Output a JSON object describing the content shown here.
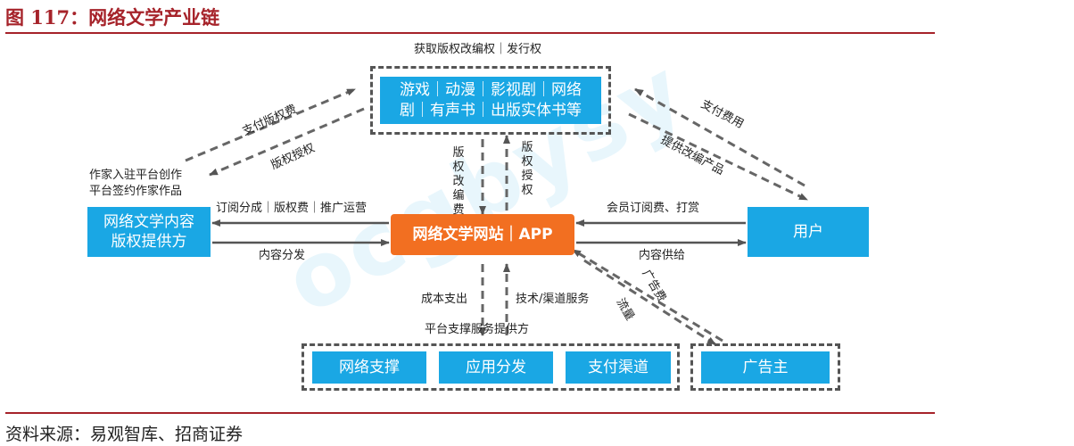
{
  "figure": {
    "title": "图 117：网络文学产业链",
    "source": "资料来源：易观智库、招商证券"
  },
  "nodes": {
    "derivatives_heading": "获取版权改编权｜发行权",
    "derivatives_line1": "游戏｜动漫｜影视剧｜网络",
    "derivatives_line2": "剧｜有声书｜出版实体书等",
    "content_provider_line1": "网络文学内容",
    "content_provider_line2": "版权提供方",
    "hub": "网络文学网站｜APP",
    "user": "用户",
    "support_heading": "平台支撑服务提供方",
    "support_network": "网络支撑",
    "support_app_dist": "应用分发",
    "support_payment": "支付渠道",
    "advertiser": "广告主"
  },
  "edge_labels": {
    "author_line1": "作家入驻平台创作",
    "author_line2": "平台签约作家作品",
    "pay_copyright_fee": "支付版权费",
    "copyright_license_left": "版权授权",
    "subscription_split": "订阅分成｜版权费｜推广运营",
    "content_distribution": "内容分发",
    "adaptation_fee": "版权改编费",
    "copyright_license_mid": "版权授权",
    "pay_fee": "支付费用",
    "provide_adapted": "提供改编产品",
    "membership_fees": "会员订阅费、打赏",
    "content_supply": "内容供给",
    "ad_fee": "广告费",
    "traffic": "流量",
    "cost_expense": "成本支出",
    "tech_channel_services": "技术/渠道服务"
  },
  "watermark": "ocgbysy"
}
